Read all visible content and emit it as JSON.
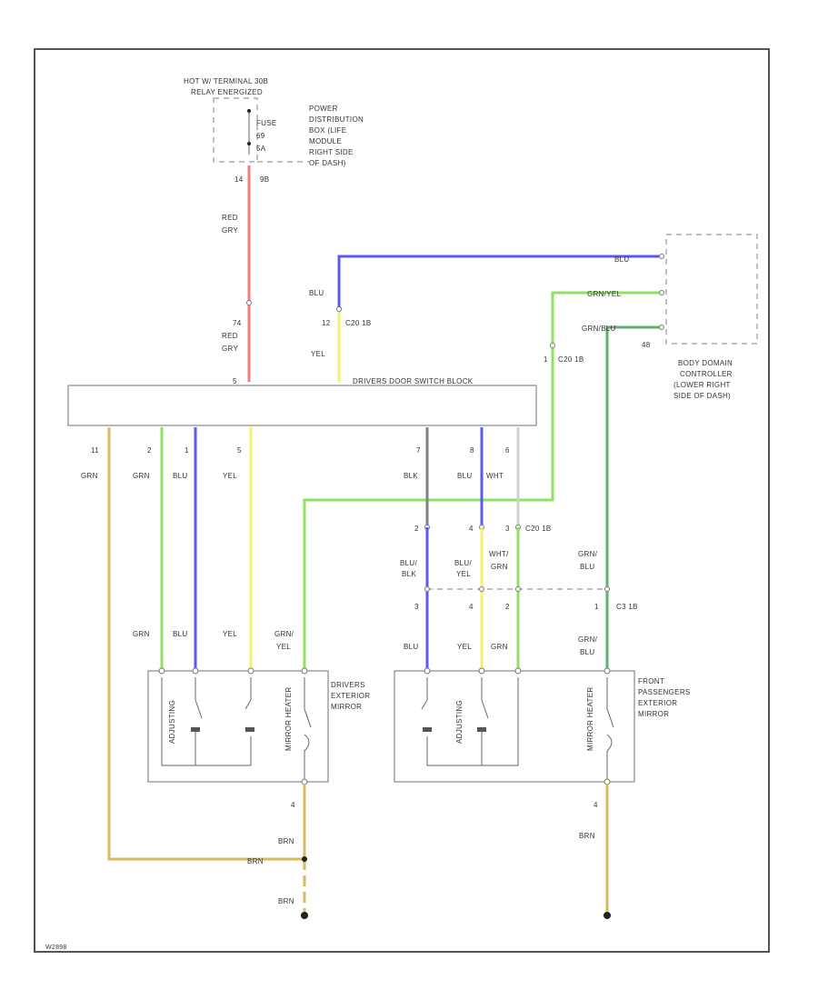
{
  "colors": {
    "red": "#f08080",
    "yellow": "#f5f06a",
    "blue": "#5a5af0",
    "green": "#90e060",
    "dark_green": "#60b070",
    "gray": "#808080",
    "light_gray": "#d0d0d0",
    "tan": "#d8b860",
    "frame": "#555555"
  },
  "power_source": {
    "line1": "HOT W/ TERMINAL 30B",
    "line2": "RELAY ENERGIZED"
  },
  "power_distribution": {
    "fuse_label": "FUSE",
    "fuse_num": "69",
    "fuse_amp": "5A",
    "lines": [
      "POWER",
      "DISTRIBUTION",
      "BOX (LIFE",
      "MODULE",
      "RIGHT SIDE",
      "OF DASH)"
    ]
  },
  "connector_labels": {
    "x14": "14",
    "x9b": "9B",
    "x74": "74",
    "x12": "12",
    "x_c_left": "C20 1B",
    "x_c_right": "C20 1B",
    "x1": "1",
    "x48": "48",
    "x3": "3",
    "x2": "2",
    "x5_block": "5",
    "pin_11": "11",
    "pin_2": "2",
    "pin_1": "1",
    "pin_5": "5",
    "pin_7": "7",
    "pin_8": "8",
    "pin_6": "6",
    "m_2": "2",
    "m_4": "4",
    "m_3": "3",
    "m_1": "1",
    "lower_c": "C20 1B",
    "lower_c2": "C3 1B",
    "pin_n1": "3",
    "pin_n2": "4",
    "pin_n3": "2",
    "pin_n4": "1",
    "g_left": "4",
    "g_right": "4"
  },
  "wire_labels": {
    "red_gry_top": [
      "RED",
      "GRY"
    ],
    "red_gry_bottom": [
      "RED",
      "GRY"
    ],
    "blu_top": "BLU",
    "yel_top": "YEL",
    "blu_bcm": "BLU",
    "grn_yel_bcm": "GRN/YEL",
    "grn_blu_bcm": "GRN/BLU",
    "grn_11": "GRN",
    "grn_2": "GRN",
    "blu_1": "BLU",
    "yel_5": "YEL",
    "blk_7": "BLK",
    "blu_8": "BLU",
    "wht_6": "WHT",
    "blu_blk": [
      "BLU/",
      "BLK"
    ],
    "blu_yel": [
      "BLU/",
      "YEL"
    ],
    "wht_grn": [
      "WHT/",
      "GRN"
    ],
    "grn_blu_mid": [
      "GRN/",
      "BLU"
    ],
    "grn_low1": "GRN",
    "blu_low1": "BLU",
    "yel_low1": "YEL",
    "grn_yel_low": [
      "GRN/",
      "YEL"
    ],
    "blu_low2": "BLU",
    "yel_low2": "YEL",
    "grn_low2": "GRN",
    "grn_blu_low": [
      "GRN/",
      "BLU"
    ],
    "brn_left": "BRN",
    "brn_horiz": "BRN",
    "brn_lower": "BRN",
    "brn_right": "BRN"
  },
  "switch_block": {
    "label": "DRIVERS DOOR SWITCH BLOCK"
  },
  "bcm": {
    "lines": [
      "BODY DOMAIN",
      "CONTROLLER",
      "(LOWER RIGHT",
      "SIDE OF DASH)"
    ]
  },
  "driver_mirror": {
    "lines": [
      "DRIVERS",
      "EXTERIOR",
      "MIRROR"
    ],
    "motor_label": "ADJUSTING",
    "heater_label": "MIRROR HEATER"
  },
  "passenger_mirror": {
    "lines": [
      "FRONT",
      "PASSENGERS",
      "EXTERIOR",
      "MIRROR"
    ],
    "motor_label": "ADJUSTING",
    "heater_label": "MIRROR HEATER"
  },
  "footer": {
    "id": "W2898"
  }
}
